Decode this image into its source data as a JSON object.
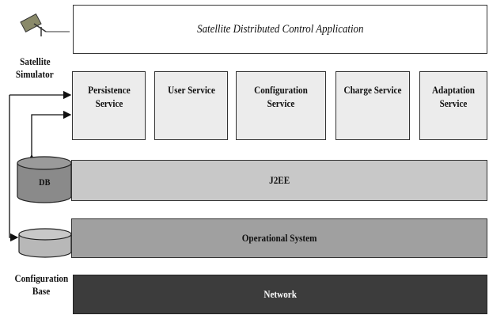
{
  "app": {
    "title": "Satellite Distributed Control Application"
  },
  "services": [
    {
      "label": "Persistence Service"
    },
    {
      "label": "User Service"
    },
    {
      "label": "Configuration Service"
    },
    {
      "label": "Charge Service"
    },
    {
      "label": "Adaptation Service"
    }
  ],
  "layers": {
    "j2ee": "J2EE",
    "os": "Operational System",
    "network": "Network"
  },
  "databases": {
    "db": "DB"
  },
  "labels": {
    "satellite_line1": "Satellite",
    "satellite_line2": "Simulator",
    "config_line1": "Configuration",
    "config_line2": "Base"
  },
  "icons": {
    "satellite": "satellite-dish-icon",
    "db": "database-icon",
    "config": "database-icon"
  },
  "colors": {
    "service_fill": "#ececec",
    "j2ee_fill": "#c8c8c8",
    "os_fill": "#a0a0a0",
    "network_fill": "#3c3c3c",
    "db_fill": "#8a8a8a",
    "config_db_fill": "#b8b8b8"
  }
}
